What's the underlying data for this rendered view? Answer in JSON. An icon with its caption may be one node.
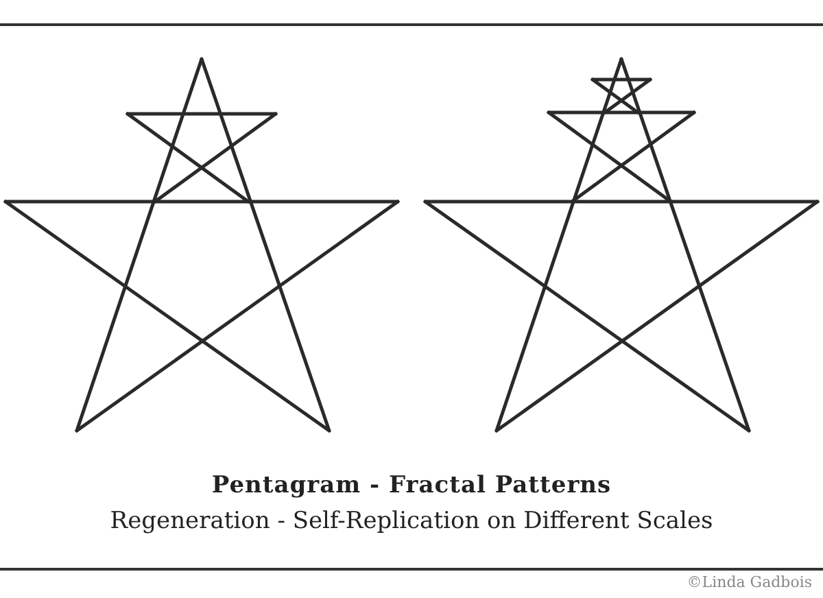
{
  "diagram": {
    "title": "Pentagram - Fractal Patterns",
    "caption": "Regeneration - Self-Replication on Different Scales",
    "labels": [
      "©Linda Gadbois"
    ]
  }
}
